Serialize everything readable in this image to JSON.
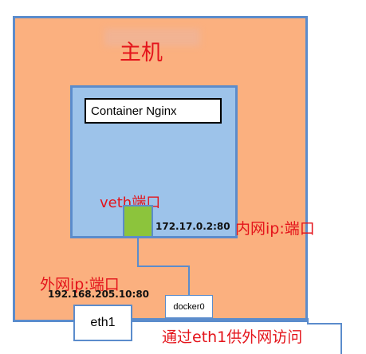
{
  "host": {
    "title": "主机"
  },
  "container": {
    "label": "Container Nginx"
  },
  "veth": {
    "label": "veth端口"
  },
  "inner": {
    "ip": "172.17.0.2:80",
    "label": "内网ip:端口"
  },
  "outer": {
    "label": "外网ip:端口",
    "ip": "192.168.205.10:80"
  },
  "docker0": {
    "label": "docker0"
  },
  "eth1": {
    "label": "eth1",
    "access_label": "通过eth1供外网访问"
  },
  "colors": {
    "host_fill": "#fbb07f",
    "container_fill": "#9dc3ea",
    "border": "#5b8ccc",
    "veth_fill": "#8cc43c",
    "red_text": "#e4141b"
  }
}
